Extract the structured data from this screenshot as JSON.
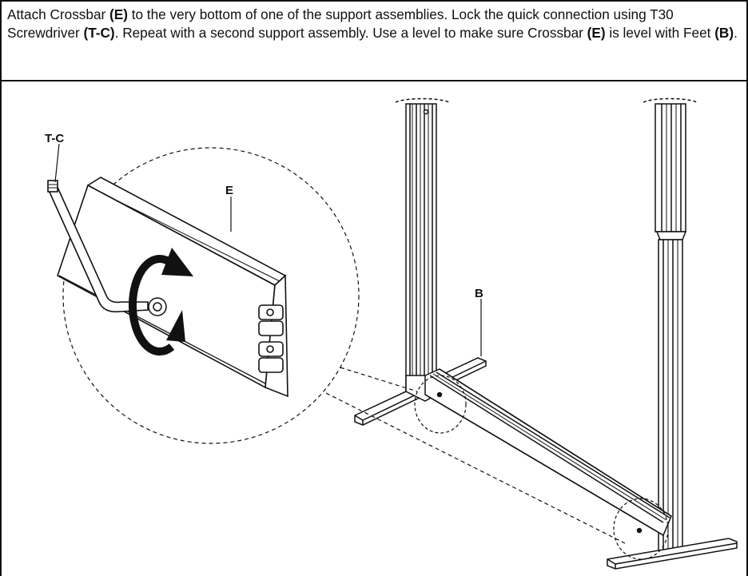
{
  "instructions": {
    "s1": "Attach Crossbar ",
    "s2": "(E)",
    "s3": " to the very bottom of one of the support assemblies. Lock the quick connection using T30 Screwdriver ",
    "s4": "(T-C)",
    "s5": ". Repeat with a second support assembly. Use a level to make sure Crossbar ",
    "s6": "(E)",
    "s7": " is level with Feet ",
    "s8": "(B)",
    "s9": "."
  },
  "labels": {
    "screwdriver": "T-C",
    "crossbar": "E",
    "feet": "B"
  },
  "colors": {
    "ink": "#111111",
    "fill": "#ffffff",
    "rail": "#d9d9d9"
  },
  "icons": [
    "screwdriver-icon",
    "rotate-arrow-icon",
    "screw-head-icon"
  ]
}
